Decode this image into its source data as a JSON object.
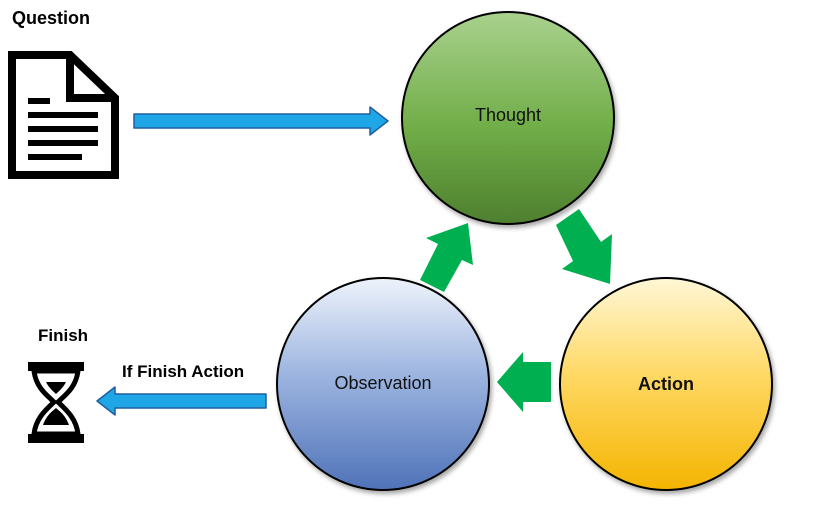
{
  "labels": {
    "question": "Question",
    "finish": "Finish",
    "if_finish_action": "If Finish Action"
  },
  "nodes": {
    "thought": "Thought",
    "action": "Action",
    "observation": "Observation"
  },
  "icons": {
    "question": "document-icon",
    "finish": "hourglass-icon"
  },
  "colors": {
    "thought": "#70ad47",
    "action": "#ffc000",
    "observation": "#5b7fc4",
    "cycle_arrow": "#00b050",
    "input_arrow": "#1ea6e6",
    "arrow_outline": "#1f5f9f"
  }
}
